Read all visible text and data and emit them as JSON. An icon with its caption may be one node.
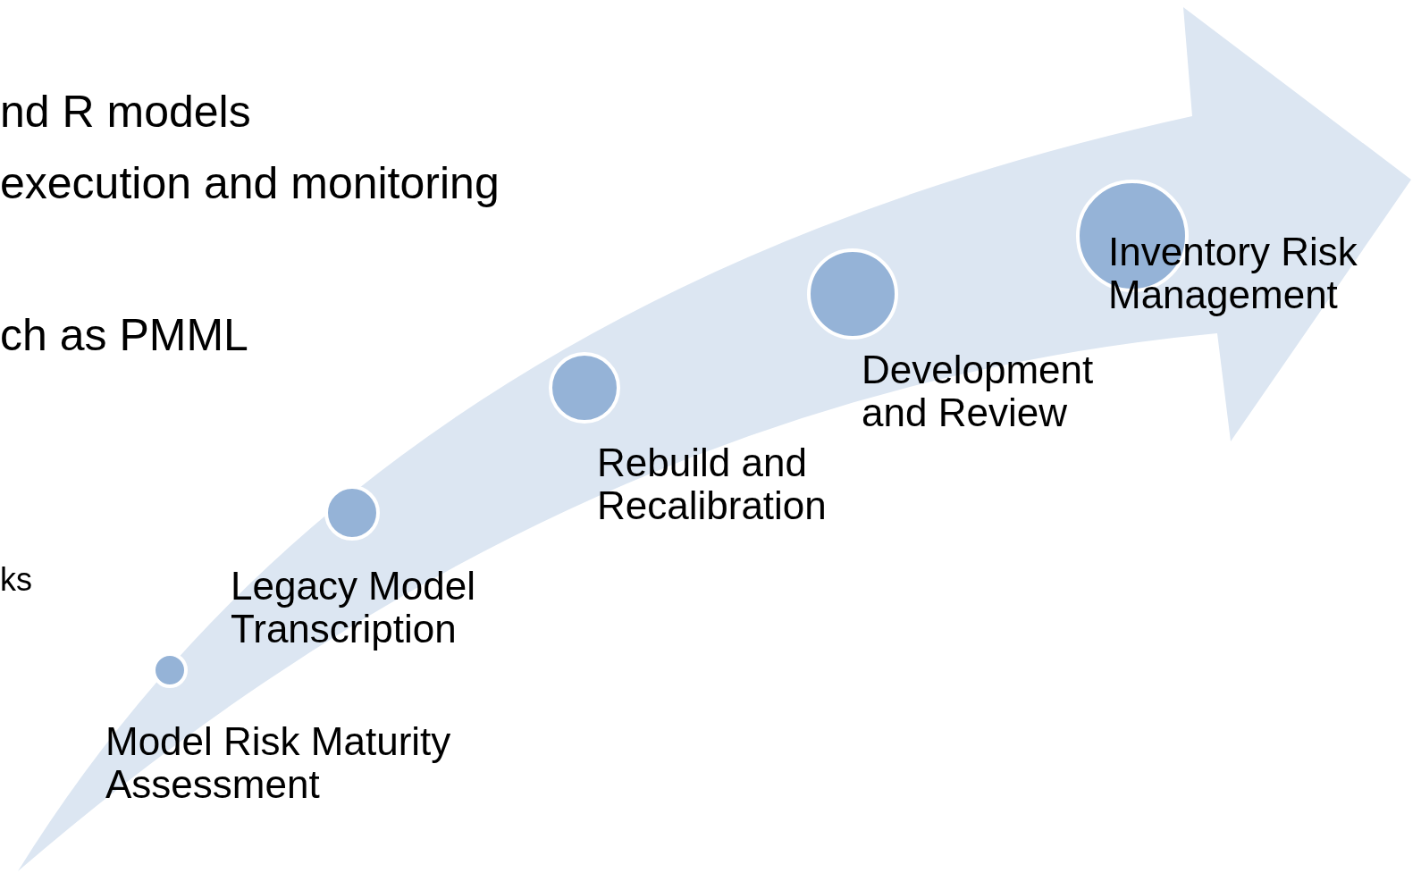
{
  "diagram": {
    "nodes": [
      {
        "text": [
          "Model Risk Maturity Assessment"
        ]
      },
      {
        "text": [
          "Legacy Model Transcription"
        ]
      },
      {
        "text": [
          "Rebuild and Recalibration"
        ]
      },
      {
        "text": [
          "Development and Review"
        ]
      },
      {
        "text": [
          "Inventory Risk Management"
        ]
      }
    ],
    "labels": [
      "nd R models",
      "execution and monitoring",
      "ch as PMML",
      "ks"
    ]
  }
}
